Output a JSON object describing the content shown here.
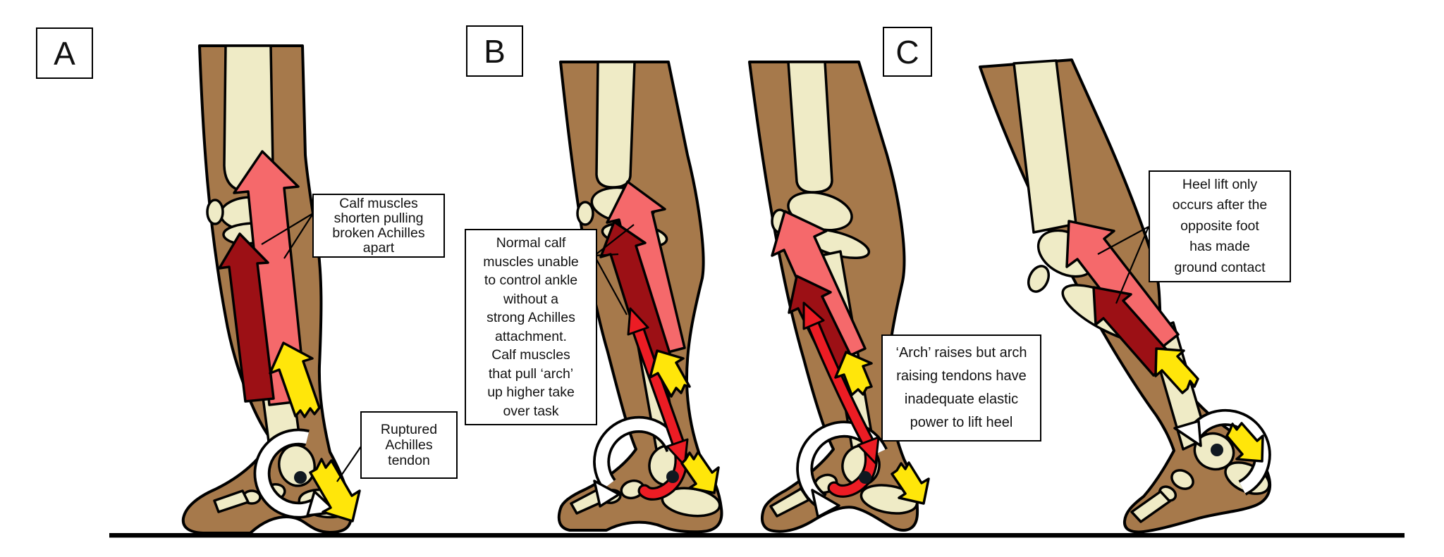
{
  "panels": {
    "a": "A",
    "b": "B",
    "c": "C"
  },
  "boxes": {
    "calf_shorten": {
      "lines": [
        "Calf muscles",
        "shorten pulling",
        "broken Achilles",
        "apart"
      ]
    },
    "ruptured_achilles": {
      "lines": [
        "Ruptured",
        "Achilles",
        "tendon"
      ]
    },
    "normal_calf": {
      "lines": [
        "Normal calf",
        "muscles unable",
        "to control ankle",
        "without a",
        "strong Achilles",
        "attachment.",
        "Calf muscles",
        "that pull ‘arch’",
        "up higher take",
        "over task"
      ]
    },
    "arch_raises": {
      "lines": [
        "‘Arch’ raises but arch",
        "raising tendons have",
        "inadequate elastic",
        "power to lift heel"
      ]
    },
    "heel_lift": {
      "lines": [
        "Heel lift only",
        "occurs after the",
        "opposite foot",
        "has made",
        "ground contact"
      ]
    }
  },
  "colors": {
    "skin": "#A6794B",
    "bone": "#EFEBC6",
    "outline": "#000000",
    "salmon": "#F5696B",
    "dark-red": "#9C1015",
    "bright-red": "#EC1C24",
    "yellow": "#FFE60A",
    "white": "#FFFFFF"
  }
}
